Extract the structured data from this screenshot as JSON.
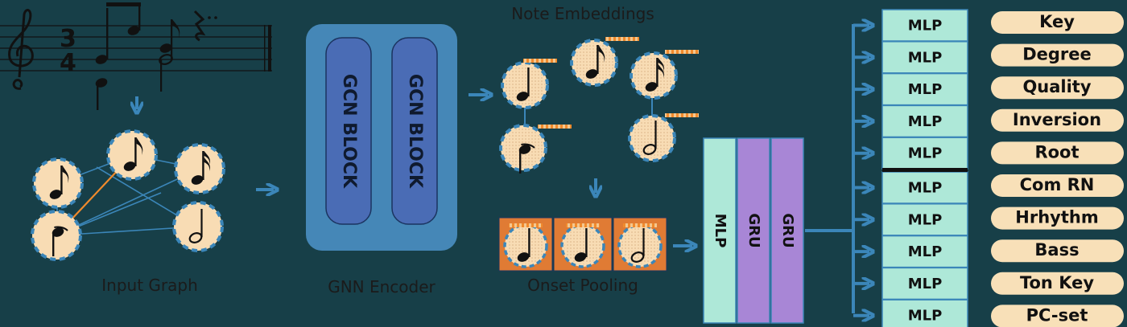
{
  "colors": {
    "background": "#173f48",
    "arrow": "#3b86b9",
    "gnn_box": "#4587b7",
    "gcn_block": "#4a6cb5",
    "node_fill": "#f8dcb4",
    "node_stroke": "#3b86b9",
    "mlp_fill": "#aee8d8",
    "gru_fill": "#a886d6",
    "label_fill": "#f8e0b8",
    "pool_fill": "#e07b34",
    "highlight_edge": "#f08a2c"
  },
  "icons": [
    "treble-clef-icon",
    "quarter-note-icon",
    "eighth-note-icon",
    "sixteenth-note-icon",
    "half-note-icon",
    "down-arrow-icon",
    "right-arrow-icon"
  ],
  "sections": {
    "input_graph": "Input Graph",
    "gnn_encoder": "GNN Encoder",
    "note_embeddings": "Note Embeddings",
    "onset_pooling": "Onset Pooling"
  },
  "time_signature": {
    "top": "3",
    "bottom": "4"
  },
  "gcn_blocks": [
    "GCN BLOCK",
    "GCN BLOCK"
  ],
  "sequence_layers": [
    "MLP",
    "GRU",
    "GRU"
  ],
  "heads": [
    {
      "mlp": "MLP",
      "task": "Key"
    },
    {
      "mlp": "MLP",
      "task": "Degree"
    },
    {
      "mlp": "MLP",
      "task": "Quality"
    },
    {
      "mlp": "MLP",
      "task": "Inversion"
    },
    {
      "mlp": "MLP",
      "task": "Root"
    },
    {
      "mlp": "MLP",
      "task": "Com RN"
    },
    {
      "mlp": "MLP",
      "task": "Hrhythm"
    },
    {
      "mlp": "MLP",
      "task": "Bass"
    },
    {
      "mlp": "MLP",
      "task": "Ton Key"
    },
    {
      "mlp": "MLP",
      "task": "PC-set"
    }
  ]
}
